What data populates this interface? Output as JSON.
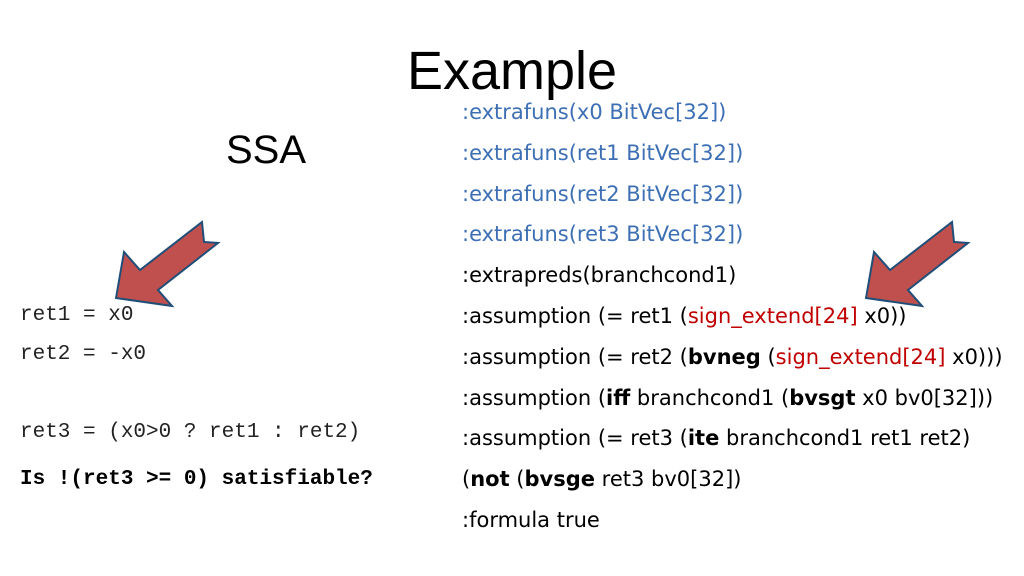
{
  "slide": {
    "title": "Example",
    "subtitle": "SSA"
  },
  "code": {
    "line1": "ret1 = x0",
    "line2": "ret2 = -x0",
    "line3": "ret3 = (x0>0 ? ret1 : ret2)",
    "question": "Is !(ret3 >= 0) satisfiable?"
  },
  "smt": {
    "l1": ":extrafuns(x0 BitVec[32])",
    "l2": ":extrafuns(ret1 BitVec[32])",
    "l3": ":extrafuns(ret2 BitVec[32])",
    "l4": ":extrafuns(ret3 BitVec[32])",
    "l5": ":extrapreds(branchcond1)",
    "l6a": ":assumption (= ret1 (",
    "l6b": "sign_extend[24]",
    "l6c": "  x0))",
    "l7a": ":assumption (= ret2 (",
    "l7b": "bvneg",
    "l7c": " (",
    "l7d": "sign_extend[24]",
    "l7e": " x0)))",
    "l8a": ":assumption (",
    "l8b": "iff",
    "l8c": " branchcond1 (",
    "l8d": "bvsgt",
    "l8e": " x0 bv0[32]))",
    "l9a": ":assumption (= ret3 (",
    "l9b": "ite",
    "l9c": " branchcond1 ret1 ret2)",
    "l10a": "(",
    "l10b": "not",
    "l10c": " (",
    "l10d": "bvsge",
    "l10e": " ret3 bv0[32])",
    "l11": ":formula true"
  },
  "colors": {
    "blue_text": "#3d6fb4",
    "red_text": "#c00000",
    "arrow_fill": "#c0504d",
    "arrow_stroke": "#1f4e79"
  },
  "icons": {
    "left_arrow": "arrow-down-left-icon",
    "right_arrow": "arrow-down-left-icon"
  }
}
